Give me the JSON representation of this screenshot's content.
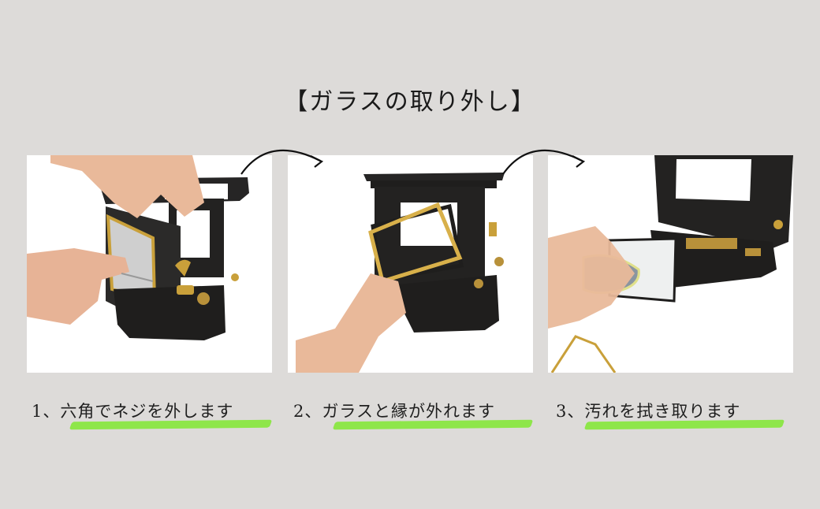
{
  "title": "【ガラスの取り外し】",
  "colors": {
    "background": "#dddbd9",
    "panel": "#ffffff",
    "highlight": "#8ee64a",
    "stove": "#232221",
    "brass": "#c9a03a",
    "skin": "#e9b99a"
  },
  "steps": [
    {
      "number": "1、",
      "text": "六角でネジを外します",
      "image": "hand removing screw with hex key from glass frame on stove"
    },
    {
      "number": "2、",
      "text": "ガラスと縁が外れます",
      "image": "hand holding removed glass and brass frame"
    },
    {
      "number": "3、",
      "text": "汚れを拭き取ります",
      "image": "hand wiping glass with cloth"
    }
  ],
  "arrows": [
    {
      "icon": "curved-arrow-right-icon"
    },
    {
      "icon": "curved-arrow-right-icon"
    }
  ]
}
